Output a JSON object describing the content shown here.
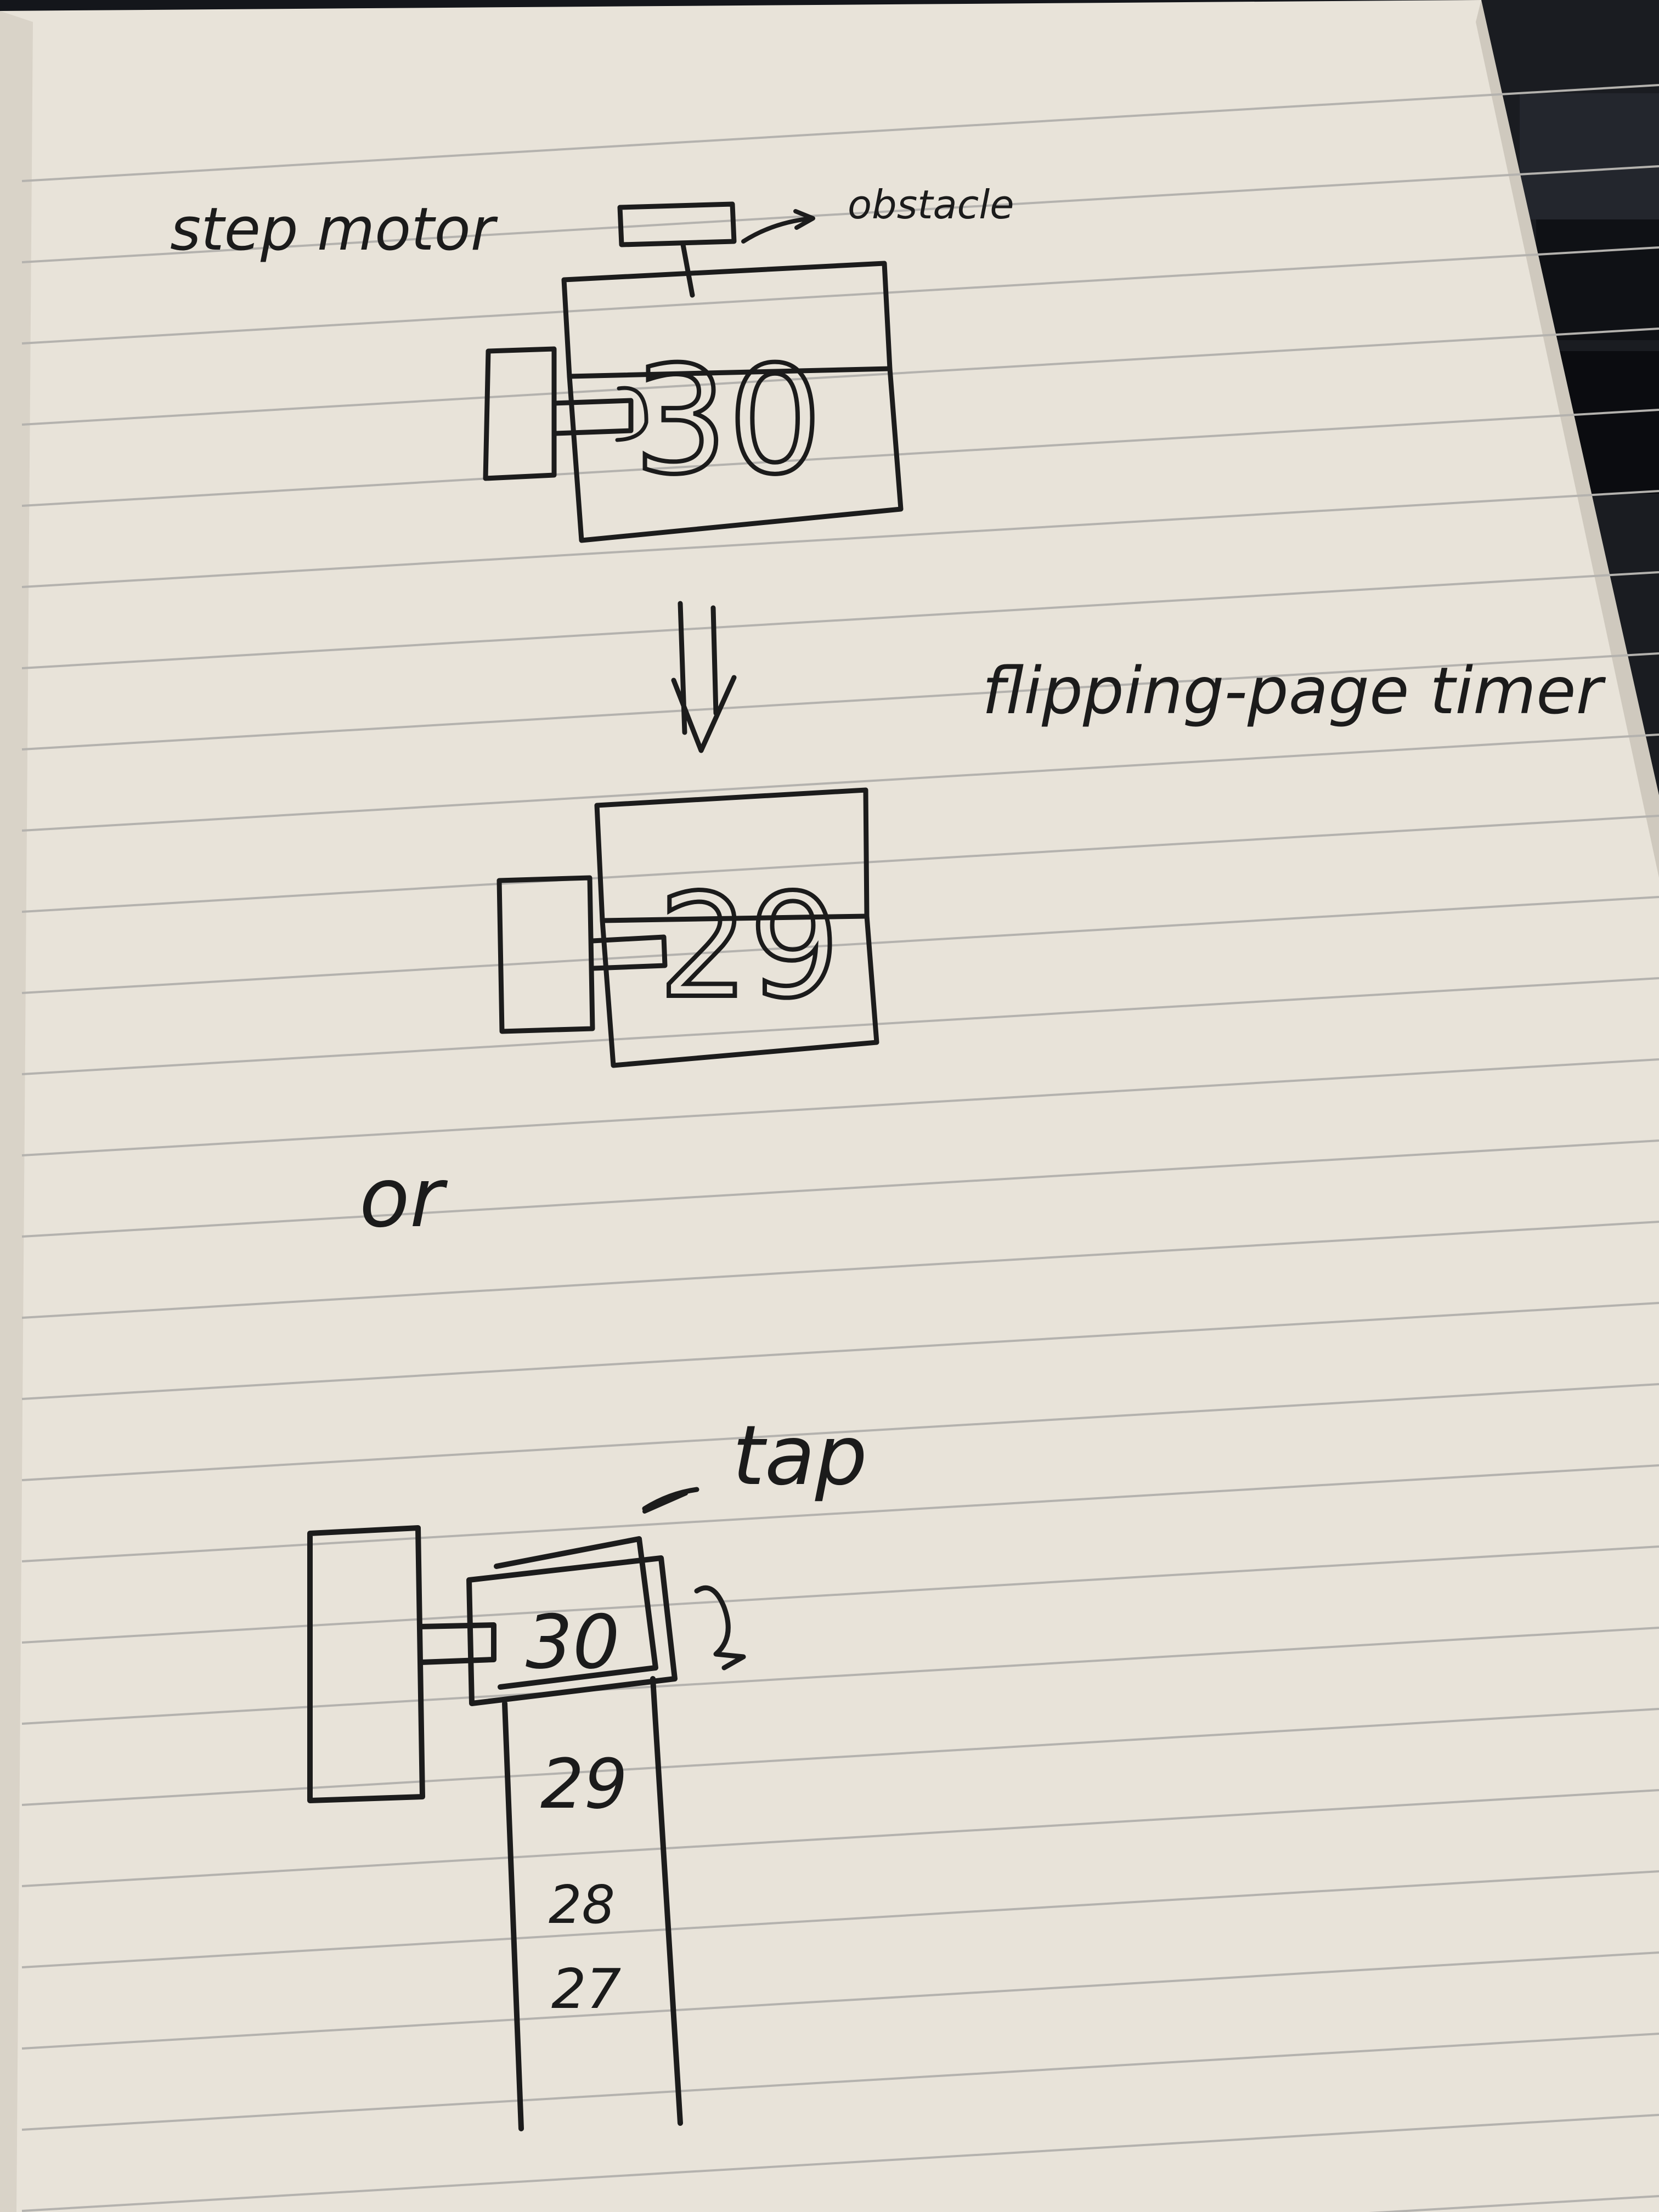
{
  "notes": {
    "step_motor_label": "step motor",
    "obstacle_label": "obstacle",
    "title_label": "flipping-page timer",
    "or_label": "or",
    "tap_label": "tap"
  },
  "design_a": {
    "before_digits": "30",
    "after_digits": "29"
  },
  "design_b": {
    "roll_numbers": [
      "30",
      "29",
      "28",
      "27"
    ]
  },
  "colors": {
    "paper": "#e9e4db",
    "ink": "#1c1c1c",
    "rule_lines": "#b4b2ae",
    "background": "#14161b"
  }
}
